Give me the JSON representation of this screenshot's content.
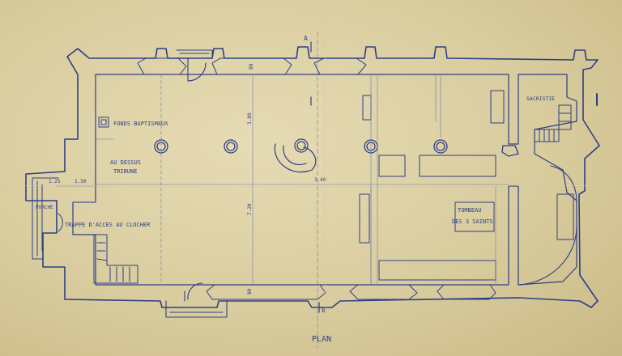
{
  "sheet": {
    "title": "PLAN",
    "section_marks": {
      "a": "A",
      "b": "B"
    },
    "colors": {
      "ink": "#2e3f86",
      "paper": "#ddd0a4",
      "light_ink": "#6d7ab0"
    }
  },
  "labels": {
    "fonts_baptismaux": "FONDS BAPTISMAUX",
    "tribune_line1": "AU DESSUS",
    "tribune_line2": "TRIBUNE",
    "porche": "PORCHE",
    "trappe": "TRAPPE D'ACCES AU CLOCHER",
    "sacristie": "SACRISTIE",
    "tombeau_line1": "TOMBEAU",
    "tombeau_line2": "DES 3 SAINTS"
  },
  "dimensions": {
    "top_wall": "80",
    "nave_width": "7.20",
    "upper_half": "3.80",
    "bottom_wall": "80",
    "porch_left": "1.25",
    "porch_right": "1.50",
    "center_mark": "3.40"
  }
}
